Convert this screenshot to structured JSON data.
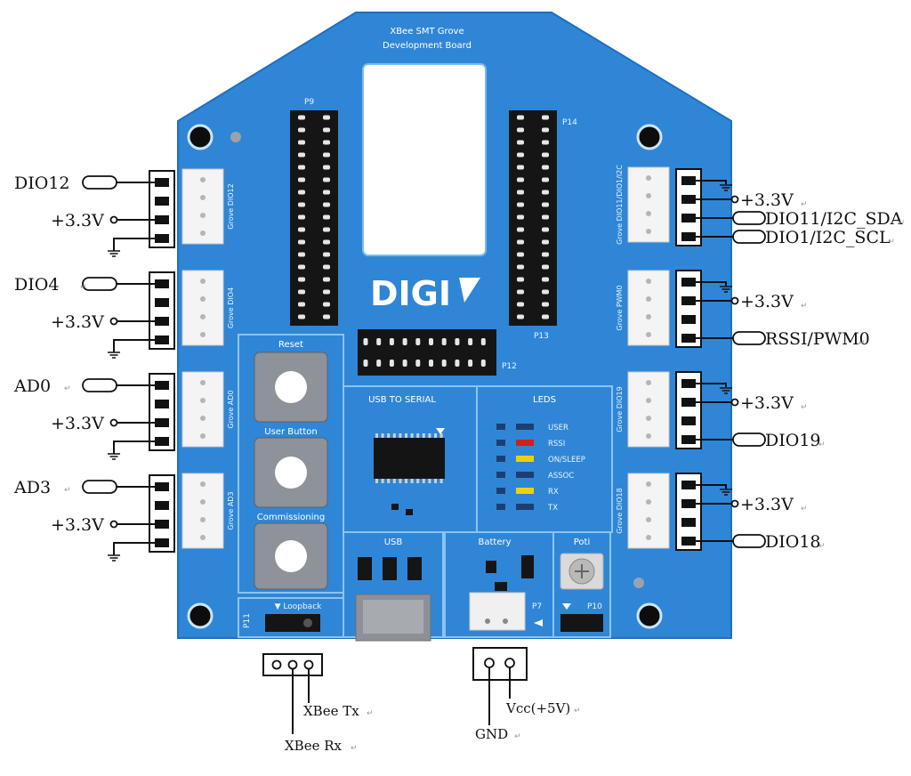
{
  "board": {
    "title_line1": "XBee SMT Grove",
    "title_line2": "Development Board",
    "logo_text": "DIGI",
    "colors": {
      "board": "#2f86d6",
      "board_dark": "#1f6fbf",
      "border": "#5da8ea",
      "header": "#151515",
      "pin": "#e8e8e8"
    },
    "headers": {
      "p9": "P9",
      "p14": "P14",
      "p13": "P13",
      "p12": "P12"
    },
    "sections": {
      "usb_to_serial": "USB TO SERIAL",
      "leds": "LEDS",
      "usb": "USB",
      "battery": "Battery",
      "poti": "Poti"
    },
    "buttons": {
      "reset": "Reset",
      "user": "User Button",
      "commissioning": "Commissioning"
    },
    "loopback": "▼ Loopback",
    "p11": "P11",
    "p7": "P7",
    "p10": "P10",
    "leds": [
      {
        "label": "USER",
        "color": "#1c3f73"
      },
      {
        "label": "RSSI",
        "color": "#d11f1f"
      },
      {
        "label": "ON/SLEEP",
        "color": "#e8d400"
      },
      {
        "label": "ASSOC",
        "color": "#1c3f73"
      },
      {
        "label": "RX",
        "color": "#e8d400"
      },
      {
        "label": "TX",
        "color": "#1c3f73"
      }
    ],
    "grove_left": [
      "Grove DIO12",
      "Grove DIO4",
      "Grove AD0",
      "Grove AD3"
    ],
    "grove_right": [
      "Grove DIO11/DIO1/I2C",
      "Grove PWM0",
      "Grove DIO19",
      "Grove DIO18"
    ]
  },
  "annotations": {
    "left": [
      {
        "signal": "DIO12",
        "power": "+3.3V"
      },
      {
        "signal": "DIO4",
        "power": "+3.3V"
      },
      {
        "signal": "AD0",
        "power": "+3.3V"
      },
      {
        "signal": "AD3",
        "power": "+3.3V"
      }
    ],
    "right": [
      {
        "power": "+3.3V",
        "signals": [
          "DIO11/I2C_SDA",
          "DIO1/I2C_SCL"
        ]
      },
      {
        "power": "+3.3V",
        "signals": [
          "RSSI/PWM0"
        ]
      },
      {
        "power": "+3.3V",
        "signals": [
          "DIO19"
        ]
      },
      {
        "power": "+3.3V",
        "signals": [
          "DIO18"
        ]
      }
    ],
    "loopback_pins": [
      "XBee Tx",
      "XBee Rx"
    ],
    "battery_pins": [
      "Vcc(+5V)",
      "GND"
    ],
    "para_mark": "↵"
  }
}
